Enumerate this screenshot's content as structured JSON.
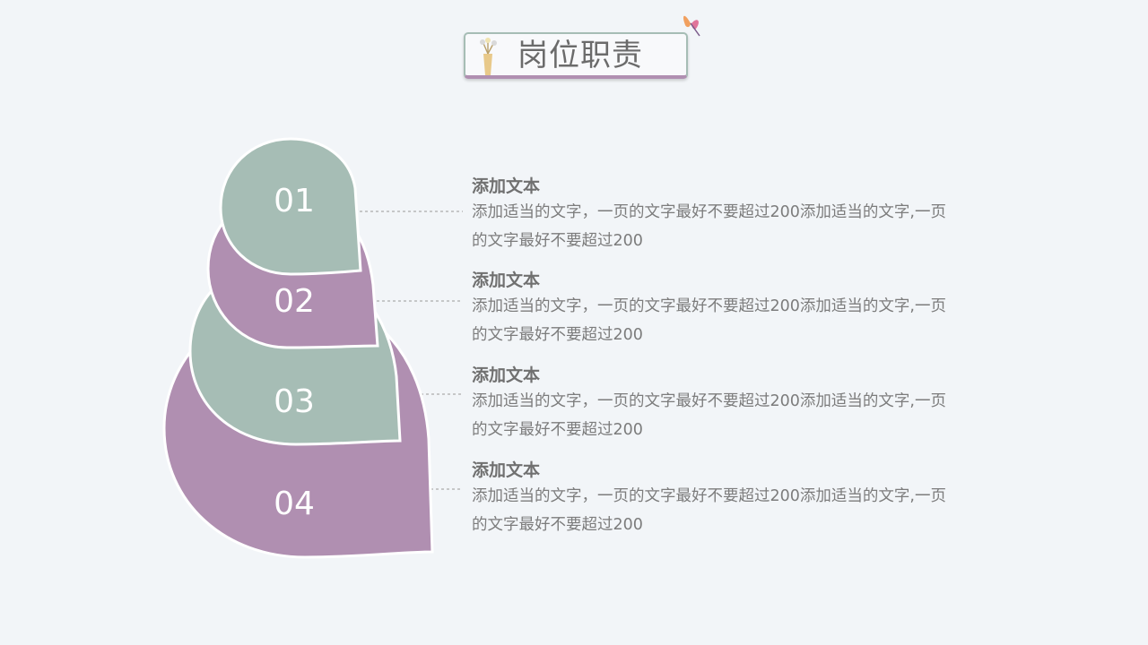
{
  "title": "岗位职责",
  "colors": {
    "sage": "#a6bdb5",
    "mauve": "#b08fb1",
    "background": "#f2f5f8",
    "text_heading": "#707070",
    "text_body": "#7c7c7c"
  },
  "icons": [
    "flower-vase-icon",
    "butterfly-icon"
  ],
  "items": [
    {
      "number": "01",
      "heading": "添加文本",
      "body": "添加适当的文字，一页的文字最好不要超过200添加适当的文字,一页的文字最好不要超过200"
    },
    {
      "number": "02",
      "heading": "添加文本",
      "body": "添加适当的文字，一页的文字最好不要超过200添加适当的文字,一页的文字最好不要超过200"
    },
    {
      "number": "03",
      "heading": "添加文本",
      "body": "添加适当的文字，一页的文字最好不要超过200添加适当的文字,一页的文字最好不要超过200"
    },
    {
      "number": "04",
      "heading": "添加文本",
      "body": "添加适当的文字，一页的文字最好不要超过200添加适当的文字,一页的文字最好不要超过200"
    }
  ]
}
